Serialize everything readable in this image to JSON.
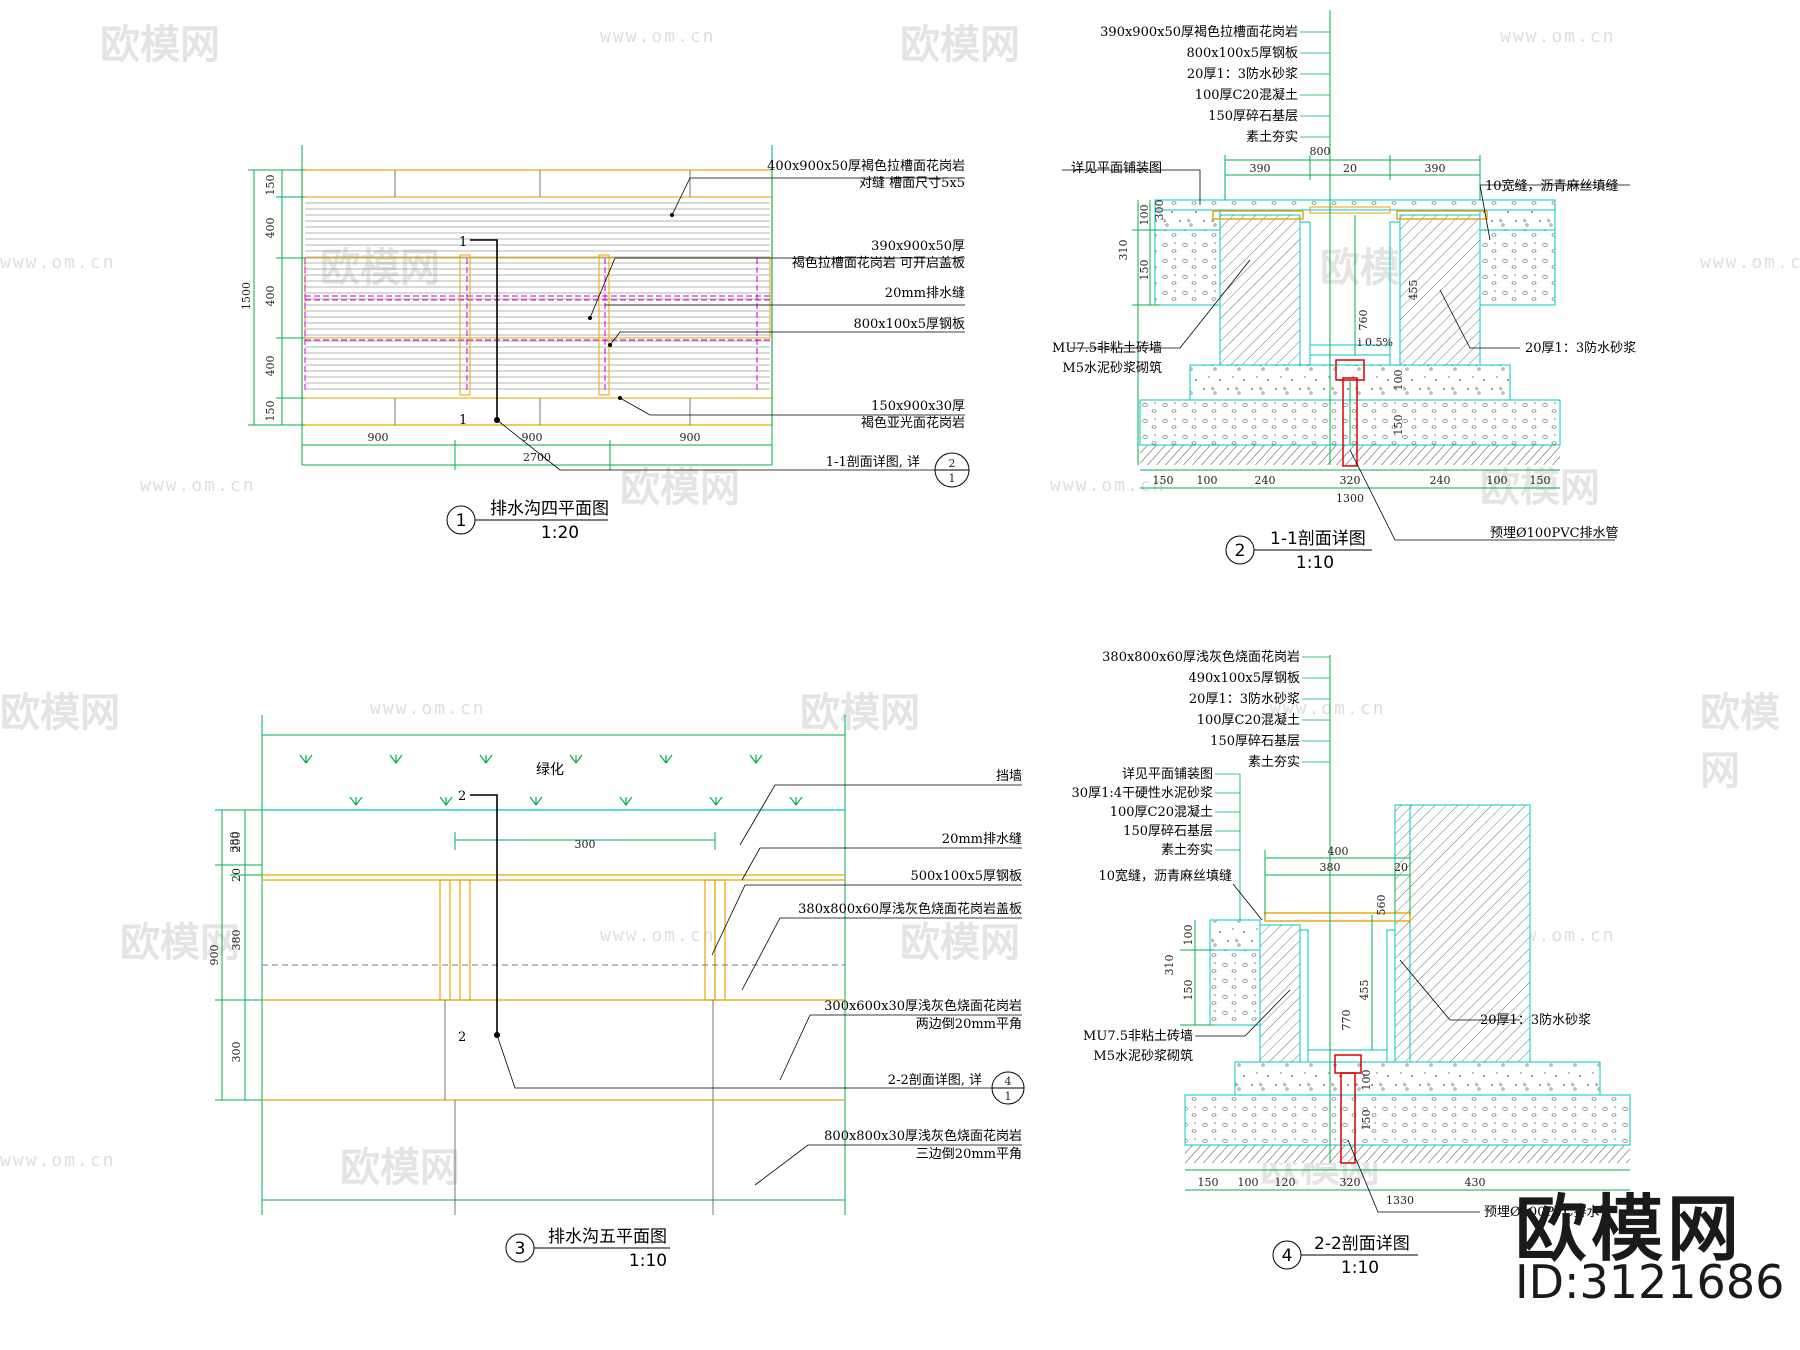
{
  "watermark": {
    "brand": "欧模网",
    "url": "www.om.cn",
    "id_label": "ID:3121686"
  },
  "drawings": [
    {
      "number": "1",
      "title": "排水沟四平面图",
      "scale": "1:20",
      "section_marks": [
        "1",
        "1"
      ],
      "labels": [
        [
          "400x900x50厚褐色拉槽面花岗岩",
          "对缝 槽面尺寸5x5"
        ],
        [
          "390x900x50厚",
          "褐色拉槽面花岗岩 可开启盖板"
        ],
        [
          "20mm排水缝"
        ],
        [
          "800x100x5厚钢板"
        ],
        [
          "150x900x30厚",
          "褐色亚光面花岗岩"
        ],
        [
          "1-1剖面详图, 详",
          "2",
          "1"
        ]
      ],
      "dims_left": [
        "150",
        "400",
        "400",
        "400",
        "150"
      ],
      "dim_total_left": "1500",
      "dims_bottom": [
        "900",
        "900",
        "900"
      ],
      "dim_total_bottom": "2700"
    },
    {
      "number": "2",
      "title": "1-1剖面详图",
      "scale": "1:10",
      "labels_top": [
        "390x900x50厚褐色拉槽面花岗岩",
        "800x100x5厚钢板",
        "20厚1：3防水砂浆",
        "100厚C20混凝土",
        "150厚碎石基层",
        "素土夯实"
      ],
      "labels": [
        "详见平面铺装图",
        "10宽缝，沥青麻丝填缝",
        "MU7.5非粘土砖墙",
        "M5水泥砂浆砌筑",
        "20厚1：3防水砂浆",
        "预埋Ø100PVC排水管",
        "i 0.5%"
      ],
      "dims_top": [
        "390",
        "20",
        "390"
      ],
      "dim_total_top": "800",
      "dims_left": [
        "100",
        "310",
        "150",
        "300"
      ],
      "dims_inner": [
        "760",
        "455",
        "100",
        "150"
      ],
      "dims_bottom": [
        "150",
        "100",
        "240",
        "320",
        "240",
        "100",
        "150"
      ],
      "dim_total_bottom": "1300"
    },
    {
      "number": "3",
      "title": "排水沟五平面图",
      "scale": "1:10",
      "section_marks": [
        "2",
        "2"
      ],
      "planting": "绿化",
      "labels": [
        [
          "挡墙"
        ],
        [
          "20mm排水缝"
        ],
        [
          "500x100x5厚钢板"
        ],
        [
          "380x800x60厚浅灰色烧面花岗岩盖板"
        ],
        [
          "300x600x30厚浅灰色烧面花岗岩",
          "两边倒20mm平角"
        ],
        [
          "2-2剖面详图, 详",
          "4",
          "1"
        ],
        [
          "800x800x30厚浅灰色烧面花岗岩",
          "三边倒20mm平角"
        ]
      ],
      "dims_left": [
        "200",
        "20",
        "380",
        "300"
      ],
      "dim_total_left": "900",
      "dim_top": "300"
    },
    {
      "number": "4",
      "title": "2-2剖面详图",
      "scale": "1:10",
      "labels_top": [
        "380x800x60厚浅灰色烧面花岗岩",
        "490x100x5厚钢板",
        "20厚1：3防水砂浆",
        "100厚C20混凝土",
        "150厚碎石基层",
        "素土夯实",
        "详见平面铺装图",
        "30厚1:4干硬性水泥砂浆",
        "100厚C20混凝土",
        "150厚碎石基层",
        "素土夯实",
        "10宽缝，沥青麻丝填缝"
      ],
      "labels": [
        "MU7.5非粘土砖墙",
        "M5水泥砂浆砌筑",
        "20厚1：3防水砂浆",
        "预埋Ø100PVC排水管"
      ],
      "dims_top": [
        "380",
        "20"
      ],
      "dim_total_top": "400",
      "dims_left": [
        "100",
        "310",
        "150"
      ],
      "dims_inner": [
        "560",
        "770",
        "455",
        "100",
        "150"
      ],
      "dims_bottom": [
        "150",
        "100",
        "120",
        "320",
        "430"
      ],
      "dim_total_bottom": "1330"
    }
  ],
  "colors": {
    "dim": "#00b050",
    "stone": "#e5a600",
    "wall": "#00c8c8",
    "pipe": "#e00000",
    "joint": "#d000d0",
    "leader": "#000000"
  }
}
